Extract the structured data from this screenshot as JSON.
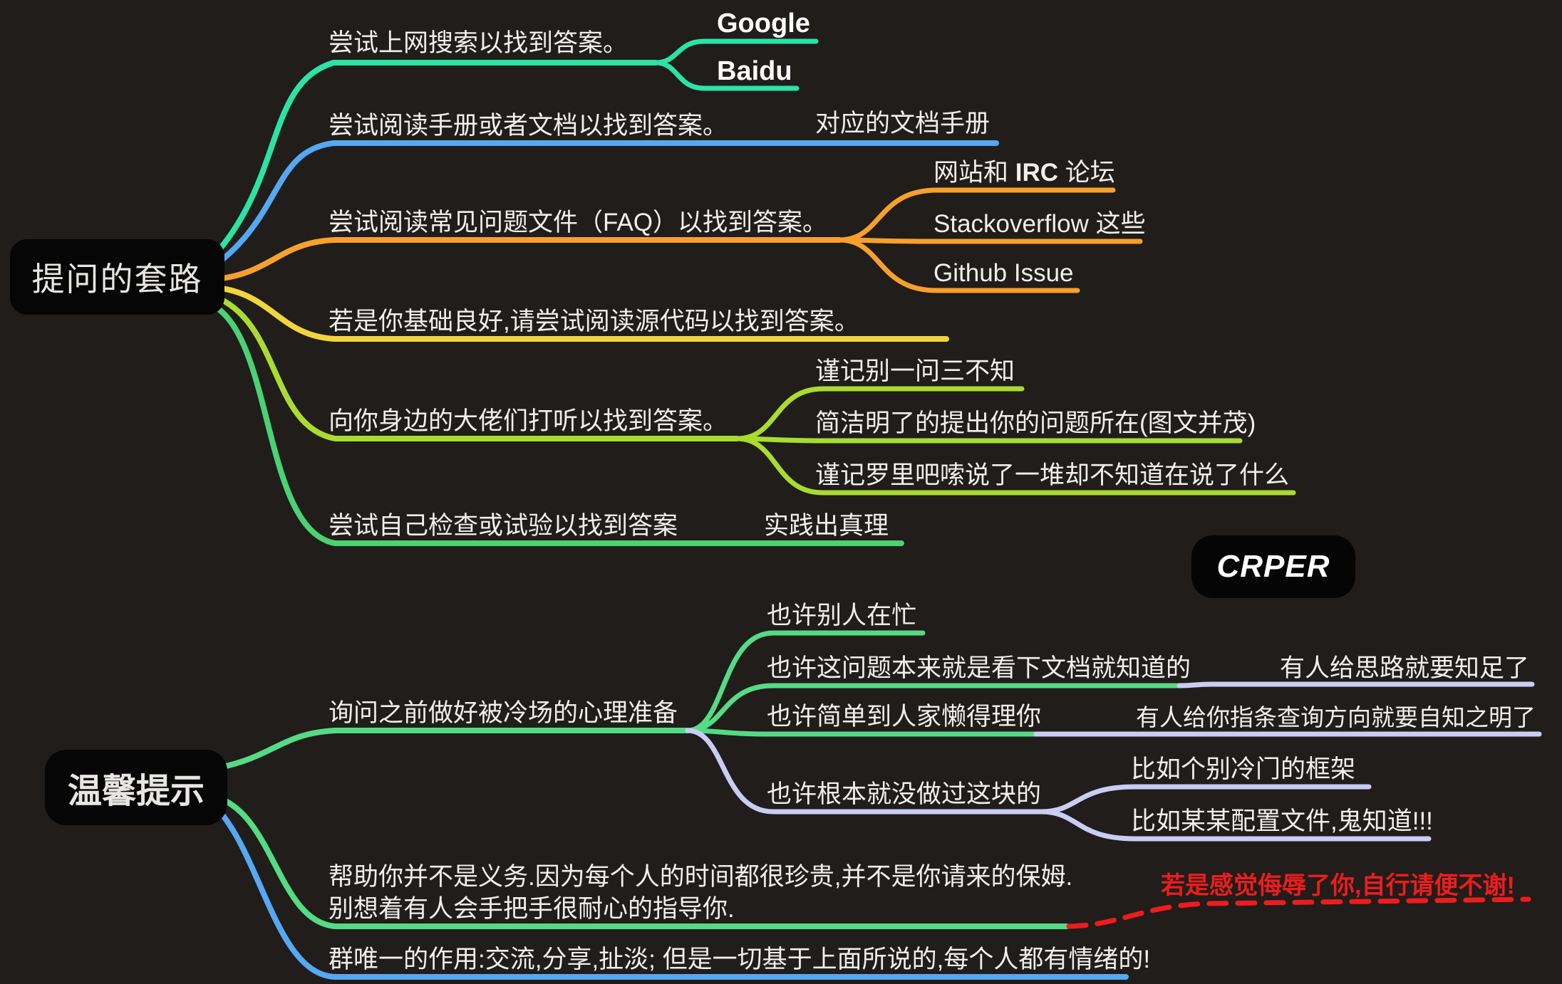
{
  "colors": {
    "background": "#201d1b",
    "teal": "#2be3a6",
    "blue": "#55a8f2",
    "orange": "#f7a02c",
    "yellow": "#f2d53a",
    "lime": "#a9dc2f",
    "green": "#4ad273",
    "mint": "#55db84",
    "lavender": "#c9cdf4",
    "red": "#ee1c1c",
    "text": "#f1efec"
  },
  "watermark": {
    "label": "CRPER"
  },
  "ask": {
    "root": "提问的套路",
    "search": "尝试上网搜索以找到答案。",
    "google": "Google",
    "baidu": "Baidu",
    "manual": "尝试阅读手册或者文档以找到答案。",
    "manual_child": "对应的文档手册",
    "faq": "尝试阅读常见问题文件（FAQ）以找到答案。",
    "faq_irc_pre": "网站和 ",
    "faq_irc_bold": "IRC",
    "faq_irc_post": " 论坛",
    "faq_so": "Stackoverflow 这些",
    "faq_gh": "Github Issue",
    "source": "若是你基础良好,请尝试阅读源代码以找到答案。",
    "mentor": "向你身边的大佬们打听以找到答案。",
    "mentor_a": "谨记别一问三不知",
    "mentor_b": "简洁明了的提出你的问题所在(图文并茂)",
    "mentor_c": "谨记罗里吧嗦说了一堆却不知道在说了什么",
    "selftest": "尝试自己检查或试验以找到答案",
    "selftest_child": "实践出真理"
  },
  "tips": {
    "root": "温馨提示",
    "cold": "询问之前做好被冷场的心理准备",
    "busy": "也许别人在忙",
    "docs": "也许这问题本来就是看下文档就知道的",
    "docs_more": "有人给思路就要知足了",
    "simple": "也许简单到人家懒得理你",
    "simple_more": "有人给你指条查询方向就要自知之明了",
    "nodone": "也许根本就没做过这块的",
    "nodone_a": "比如个别冷门的框架",
    "nodone_b": "比如某某配置文件,鬼知道!!!",
    "duty_1": "帮助你并不是义务.因为每个人的时间都很珍贵,并不是你请来的保姆.",
    "duty_2": "别想着有人会手把手很耐心的指导你.",
    "insult": "若是感觉侮辱了你,自行请便不谢!",
    "group": "群唯一的作用:交流,分享,扯淡; 但是一切基于上面所说的,每个人都有情绪的!"
  }
}
